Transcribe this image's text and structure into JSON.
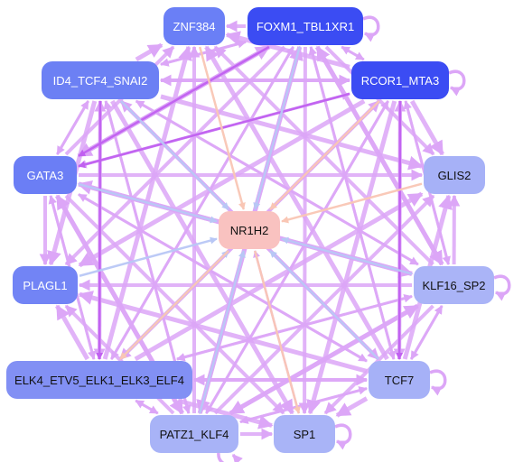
{
  "colors": {
    "edge_default": "#dca6f7",
    "edge_strong": "#c060f0",
    "edge_blue": "#b8c7f5",
    "edge_peach": "#f9c6b4",
    "background": "#ffffff"
  },
  "nodes": {
    "znf384": {
      "label": "ZNF384",
      "color": "#6a7ff6"
    },
    "foxm1": {
      "label": "FOXM1_TBL1XR1",
      "color": "#3b4cf3"
    },
    "id4": {
      "label": "ID4_TCF4_SNAI2",
      "color": "#6c80f4"
    },
    "rcor1": {
      "label": "RCOR1_MTA3",
      "color": "#3b4cf3"
    },
    "gata3": {
      "label": "GATA3",
      "color": "#6b7ef5"
    },
    "glis2": {
      "label": "GLIS2",
      "color": "#a6b1f7"
    },
    "nr1h2": {
      "label": "NR1H2",
      "color": "#f9c2c0"
    },
    "plagl1": {
      "label": "PLAGL1",
      "color": "#7284f5"
    },
    "klf16": {
      "label": "KLF16_SP2",
      "color": "#aab4f7"
    },
    "elk4": {
      "label": "ELK4_ETV5_ELK1_ELK3_ELF4",
      "color": "#8290f4"
    },
    "tcf7": {
      "label": "TCF7",
      "color": "#a6b1f7"
    },
    "patz1": {
      "label": "PATZ1_KLF4",
      "color": "#a8b3f7"
    },
    "sp1": {
      "label": "SP1",
      "color": "#a9b4f7"
    }
  }
}
